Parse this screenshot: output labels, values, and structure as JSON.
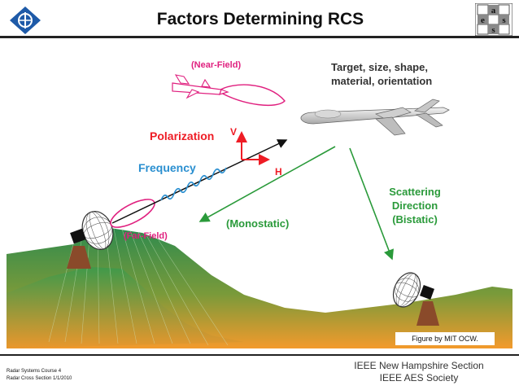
{
  "header": {
    "title": "Factors Determining RCS"
  },
  "diagram": {
    "near_field": "(Near-Field)",
    "far_field": "(Far-Field)",
    "target_line1": "Target, size, shape,",
    "target_line2": "material, orientation",
    "polarization": "Polarization",
    "axis_v": "V",
    "axis_h": "H",
    "frequency": "Frequency",
    "monostatic": "(Monostatic)",
    "scattering_line1": "Scattering",
    "scattering_line2": "Direction",
    "scattering_line3": "(Bistatic)",
    "credit": "Figure by MIT OCW."
  },
  "footer": {
    "course_line": "Radar Systems Course    4",
    "section_line": "Radar Cross Section  1/1/2010",
    "society_line1": "IEEE New Hampshire Section",
    "society_line2": "IEEE AES Society"
  },
  "colors": {
    "magenta": "#e0207f",
    "red": "#ee1c25",
    "blue": "#2a8fd0",
    "green": "#2a9a3a",
    "terrain_dark": "#2e8b4e",
    "terrain_light": "#f39a2c"
  }
}
